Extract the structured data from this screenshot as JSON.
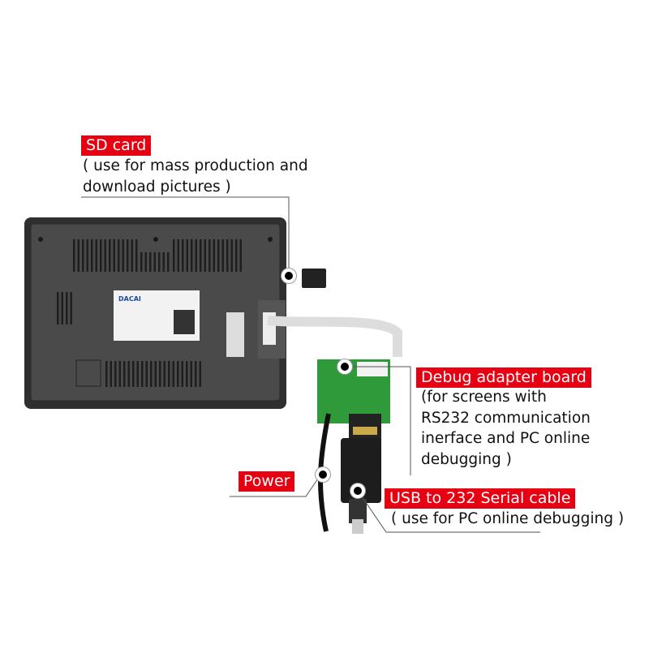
{
  "callouts": {
    "sd_card": {
      "label": "SD card",
      "description": [
        "( use for mass production and",
        "download pictures )"
      ]
    },
    "debug_board": {
      "label": "Debug adapter board",
      "description": [
        "(for screens with",
        "RS232 communication",
        "inerface and PC online",
        "debugging )"
      ]
    },
    "power": {
      "label": "Power"
    },
    "usb_cable": {
      "label": "USB to 232 Serial cable",
      "description": [
        "( use for PC online debugging )"
      ]
    }
  },
  "device": {
    "brand_logo": "DACAI"
  },
  "colors": {
    "label_bg": "#e60012",
    "device_body": "#3b3b3b",
    "pcb": "#2f9a3a"
  }
}
